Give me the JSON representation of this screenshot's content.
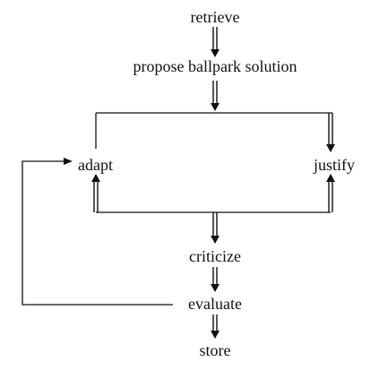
{
  "diagram": {
    "nodes": {
      "retrieve": "retrieve",
      "propose": "propose ballpark solution",
      "adapt": "adapt",
      "justify": "justify",
      "criticize": "criticize",
      "evaluate": "evaluate",
      "store": "store"
    }
  }
}
